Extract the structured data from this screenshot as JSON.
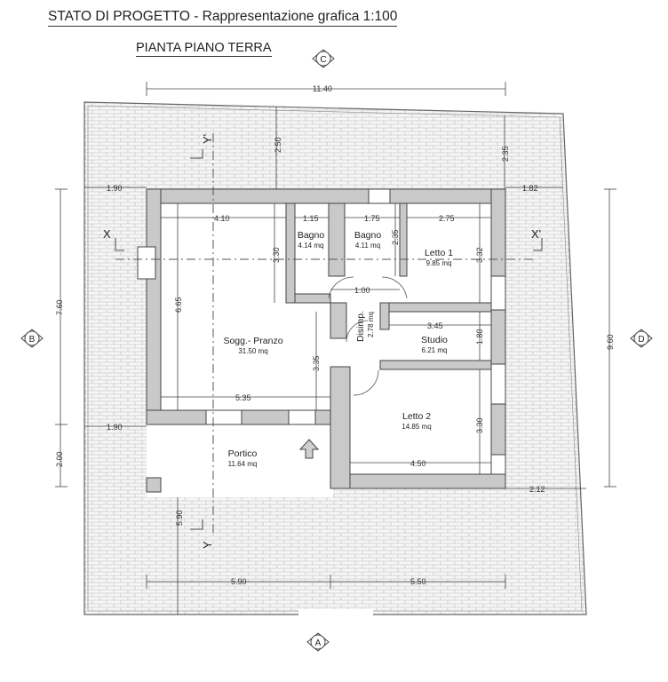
{
  "header": {
    "title": "STATO DI PROGETTO - Rappresentazione grafica 1:100",
    "subtitle": "PIANTA PIANO TERRA"
  },
  "markers": {
    "top": "C",
    "left": "B",
    "right": "D",
    "bottom": "A"
  },
  "sections": {
    "x_left": "X",
    "x_right": "X'",
    "y_top": "Y'",
    "y_bottom": "Y"
  },
  "rooms": {
    "soggiorno": {
      "name": "Sogg.- Pranzo",
      "area": "31.50 mq"
    },
    "bagno1": {
      "name": "Bagno",
      "area": "4.14 mq"
    },
    "bagno2": {
      "name": "Bagno",
      "area": "4.11 mq"
    },
    "letto1": {
      "name": "Letto 1",
      "area": "9.85 mq"
    },
    "disimp": {
      "name": "Disimp.",
      "area": "2.78 mq"
    },
    "studio": {
      "name": "Studio",
      "area": "6.21 mq"
    },
    "letto2": {
      "name": "Letto 2",
      "area": "14.85 mq"
    },
    "portico": {
      "name": "Portico",
      "area": "11.64 mq"
    }
  },
  "dimensions": {
    "overall_width": "11.40",
    "top_offset": "2.50",
    "top_right_offset": "2.35",
    "left_margin": "1.90",
    "right_margin": "1.82",
    "left_height": "7.60",
    "right_height": "9.60",
    "sogg_width": "4.10",
    "bagno1_width": "1.15",
    "bagno2_width": "1.75",
    "letto1_width": "2.75",
    "bagno2_depth": "2.35",
    "hall_3_30": "3.30",
    "letto1_depth": "3.32",
    "door_1_00": "1.00",
    "sogg_depth": "6.65",
    "studio_width": "3.45",
    "studio_depth": "1.80",
    "hall_3_35": "3.35",
    "sogg_5_35": "5.35",
    "letto2_depth": "3.30",
    "letto2_width": "4.50",
    "left_margin_lower": "1.90",
    "portico_depth": "2.00",
    "right_offset_lower": "2.12",
    "front_offset": "5.90",
    "bottom_left": "5.90",
    "bottom_right": "5.50"
  }
}
